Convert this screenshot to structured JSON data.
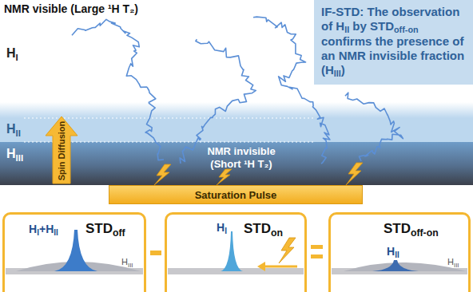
{
  "diagram": {
    "nodes": [
      {
        "text": [
          "IF-STD: The observation of HII by STDoff-on confirms the presence of an NMR invisible fraction (HIII)"
        ]
      },
      {
        "text": [
          "Saturation Pulse"
        ]
      },
      {
        "text": [
          "HI+HII",
          "STDoff",
          "HIII"
        ]
      },
      {
        "text": [
          "HI",
          "STDon"
        ]
      },
      {
        "text": [
          "STDoff-on",
          "HII",
          "HIII"
        ]
      }
    ],
    "labels": [
      "NMR visible (Large ¹H T₂)",
      "HI",
      "HII",
      "HIII",
      "Spin Diffusion",
      "NMR invisible (Short ¹H T₂)"
    ]
  }
}
